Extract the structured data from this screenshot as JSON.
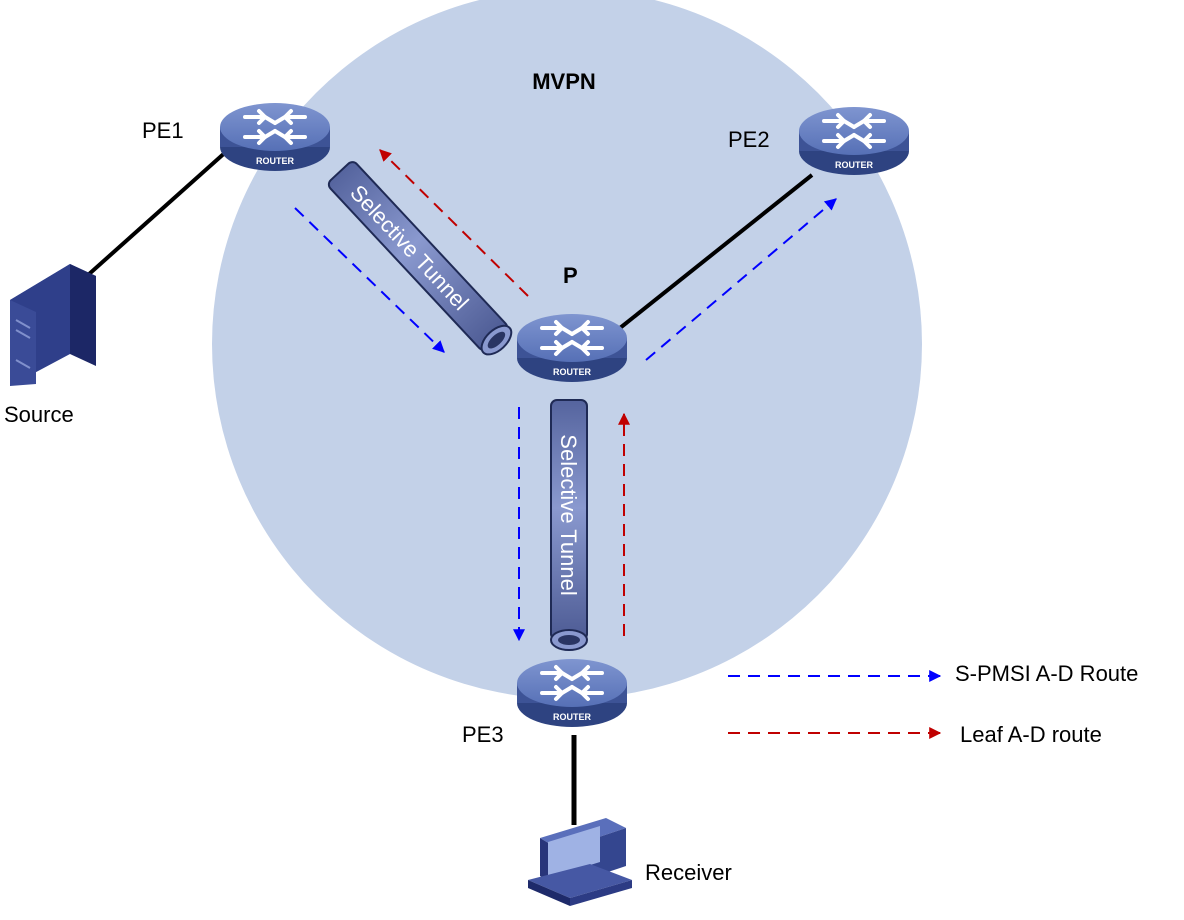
{
  "domain_title": "MVPN",
  "nodes": {
    "pe1": {
      "label": "PE1",
      "device_text": "ROUTER"
    },
    "pe2": {
      "label": "PE2",
      "device_text": "ROUTER"
    },
    "p": {
      "label": "P",
      "device_text": "ROUTER"
    },
    "pe3": {
      "label": "PE3",
      "device_text": "ROUTER"
    },
    "source": {
      "label": "Source"
    },
    "receiver": {
      "label": "Receiver"
    }
  },
  "tunnels": [
    {
      "label": "Selective Tunnel"
    },
    {
      "label": "Selective Tunnel"
    }
  ],
  "legend": {
    "items": [
      {
        "label": "S-PMSI A-D Route",
        "color": "#0000ff"
      },
      {
        "label": "Leaf A-D route",
        "color": "#c00000"
      }
    ]
  },
  "colors": {
    "mvpn_area": "#c3d1e8",
    "router_body": "#4a62a6",
    "tunnel": "#6f7fb8",
    "link": "#000000"
  }
}
